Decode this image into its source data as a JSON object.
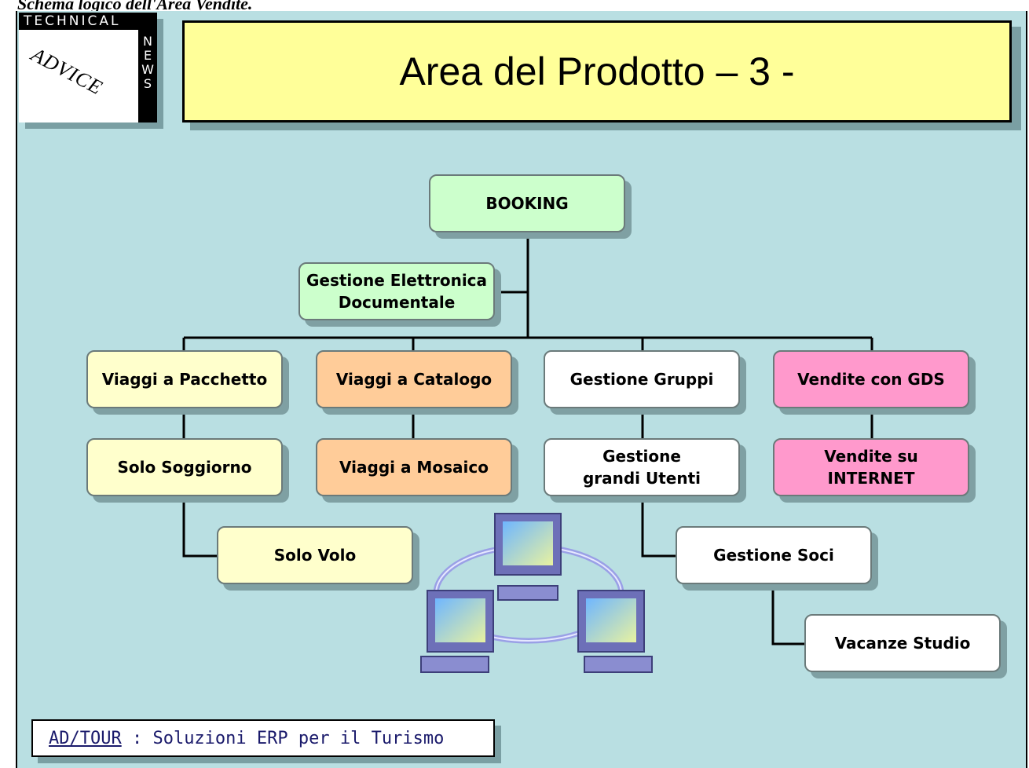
{
  "caption": "Schema logico dell'Area Vendite.",
  "logo": {
    "top": "TECHNICAL",
    "side": [
      "N",
      "E",
      "W",
      "S"
    ],
    "word": "ADVICE"
  },
  "title": "Area del Prodotto – 3 -",
  "nodes": {
    "booking": "BOOKING",
    "gestione_elettronica": [
      "Gestione Elettronica",
      "Documentale"
    ],
    "viaggi_pacchetto": "Viaggi a Pacchetto",
    "viaggi_catalogo": "Viaggi a Catalogo",
    "gestione_gruppi": "Gestione Gruppi",
    "vendite_gds": "Vendite con GDS",
    "solo_soggiorno": "Solo Soggiorno",
    "viaggi_mosaico": "Viaggi a Mosaico",
    "gestione_grandi_utenti": [
      "Gestione",
      "grandi Utenti"
    ],
    "vendite_internet": [
      "Vendite su",
      "INTERNET"
    ],
    "solo_volo": "Solo Volo",
    "gestione_soci": "Gestione Soci",
    "vacanze_studio": "Vacanze Studio"
  },
  "network_icon": "networked-computers-icon",
  "footer": {
    "brand": "AD/TOUR",
    "text": " : Soluzioni ERP per il Turismo"
  },
  "colors": {
    "background": "#b9dfe2",
    "title_fill": "#ffff99",
    "green": "#ccffcc",
    "yellow": "#ffffcc",
    "orange": "#ffcc99",
    "white": "#ffffff",
    "pink": "#ff99cc"
  }
}
